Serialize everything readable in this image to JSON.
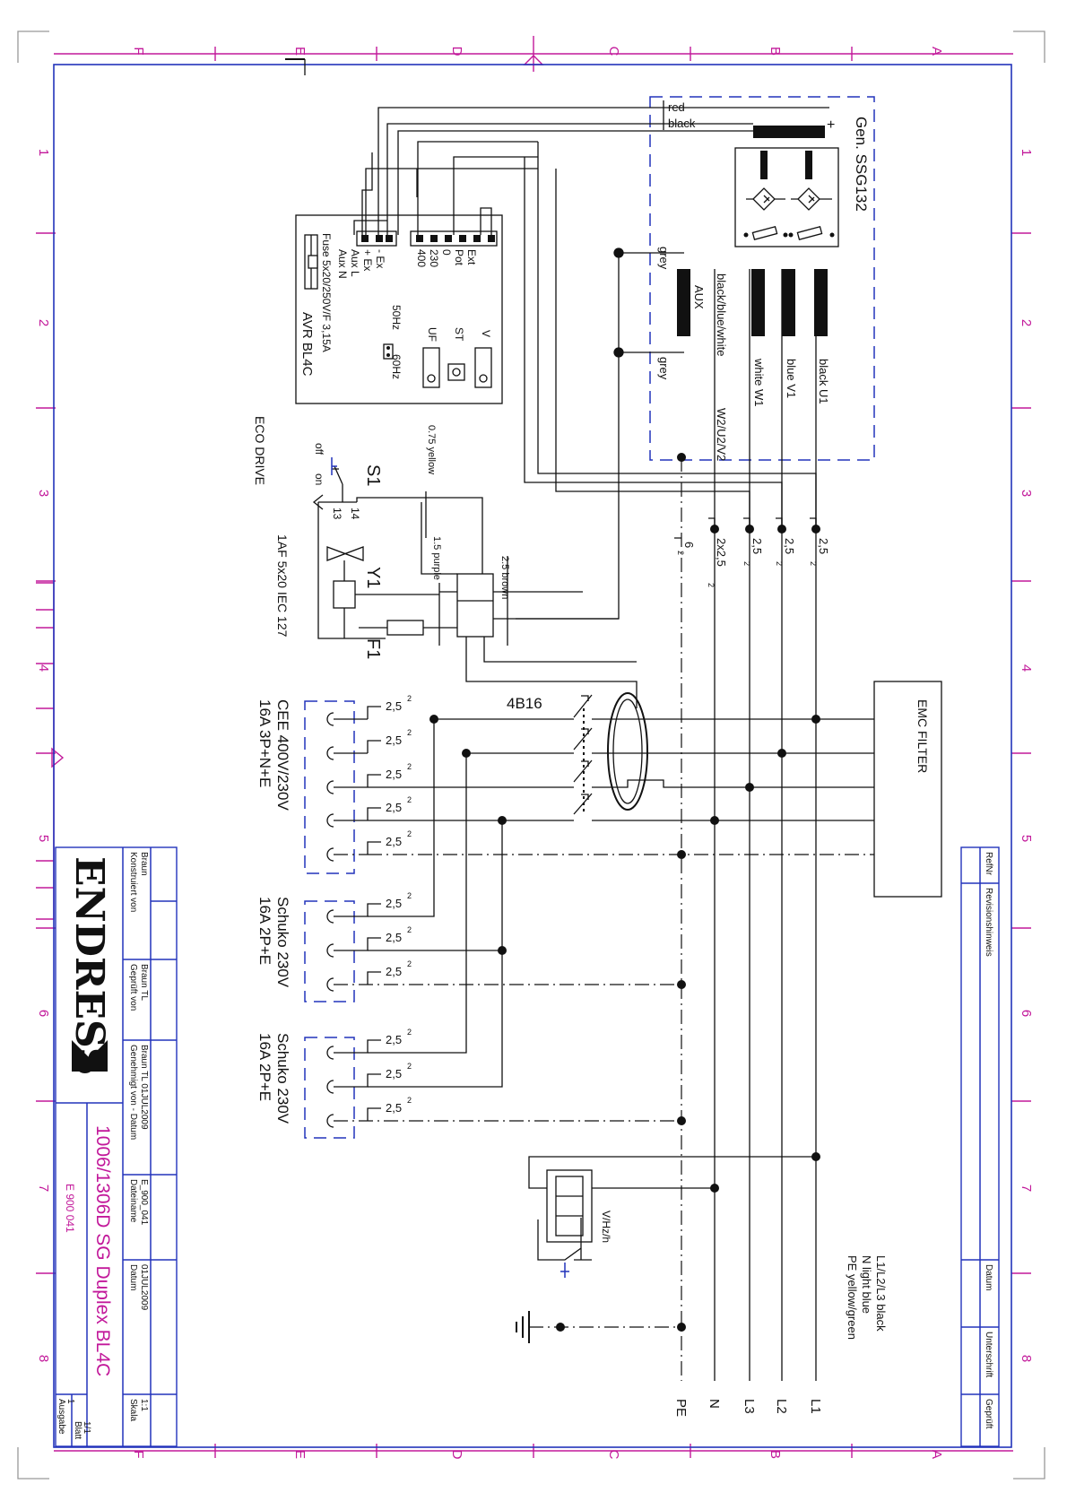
{
  "border": {
    "columns": [
      "F",
      "E",
      "D",
      "C",
      "B",
      "A"
    ],
    "rows": [
      "1",
      "2",
      "3",
      "4",
      "5",
      "6",
      "7",
      "8"
    ]
  },
  "generator": {
    "title": "Gen. SSG132",
    "wire_red": "red",
    "wire_black": "black",
    "plus": "+",
    "aux": "AUX",
    "grey": "grey",
    "black_blue_white": "black/blue/white",
    "w2u2v2": "W2/U2/V2",
    "black_u1": "black  U1",
    "blue_v1": "blue   V1",
    "white_w1": "white  W1"
  },
  "avr": {
    "name": "AVR BL4C",
    "fuse": "Fuse 5x20/250V/F 3,15A",
    "terminals_a": [
      "Ext",
      "Pot",
      "0",
      "230",
      "400"
    ],
    "terminals_b": [
      "- Ex",
      "+ Ex",
      "Aux L",
      "Aux N"
    ],
    "v": "V",
    "st": "ST",
    "uf": "UF",
    "hz50": "50Hz",
    "hz60": "60Hz"
  },
  "switch": {
    "s1": "S1",
    "eco": "ECO DRIVE",
    "off": "off",
    "on": "on",
    "t14": "14",
    "t13": "13",
    "y1": "Y1",
    "f1": "F1",
    "fuse_spec": "1AF 5x20 IEC 127",
    "wire_yellow": "0.75 yellow",
    "wire_purple": "1.5 purple",
    "wire_brown": "2.5 brown"
  },
  "cross": {
    "c1": "2,5",
    "c2": "2,5",
    "c3": "2,5",
    "c4": "2x2,5",
    "pe": "6",
    "sup": "2"
  },
  "breaker": "4B16",
  "emc": "EMC FILTER",
  "outlets": {
    "cee_1": "CEE 400V/230V",
    "cee_2": "16A 3P+N+E",
    "schuko_1": "Schuko 230V",
    "schuko_2": "16A 2P+E",
    "cable": "2,5",
    "sup": "2"
  },
  "meter": "V/Hz/h",
  "buses": [
    "PE",
    "N",
    "L3",
    "L2",
    "L1"
  ],
  "legend": [
    "L1/L2/L3 black",
    "N light blue",
    "PE yellow/green"
  ],
  "revision": {
    "refnr": "RefNr",
    "hinweis": "Revisionshinweis",
    "datum": "Datum",
    "unterschrift": "Unterschrift",
    "geprueft": "Geprüft"
  },
  "titleblock": {
    "logo": "ENDRESS",
    "konstruiert_label": "Konstruiert von",
    "konstruiert_val": "Braun",
    "geprueft_label": "Geprüft von",
    "geprueft_val": "Braun TL",
    "genehmigt_label": "Genehmigt von - Datum",
    "genehmigt_val": "Braun TL 01JUL2009",
    "dateiname_label": "Dateiname",
    "dateiname_val": "E_900_041",
    "datum_label": "Datum",
    "datum_val": "01JUL2009",
    "skala_label": "Skala",
    "skala_val": "1:1",
    "ausgabe_label": "Ausgabe",
    "ausgabe_val": "1",
    "blatt_label": "Blatt",
    "blatt_val": "1/1",
    "title": "1006/1306D SG Duplex BL4C",
    "drawing_no": "E 900 041"
  }
}
